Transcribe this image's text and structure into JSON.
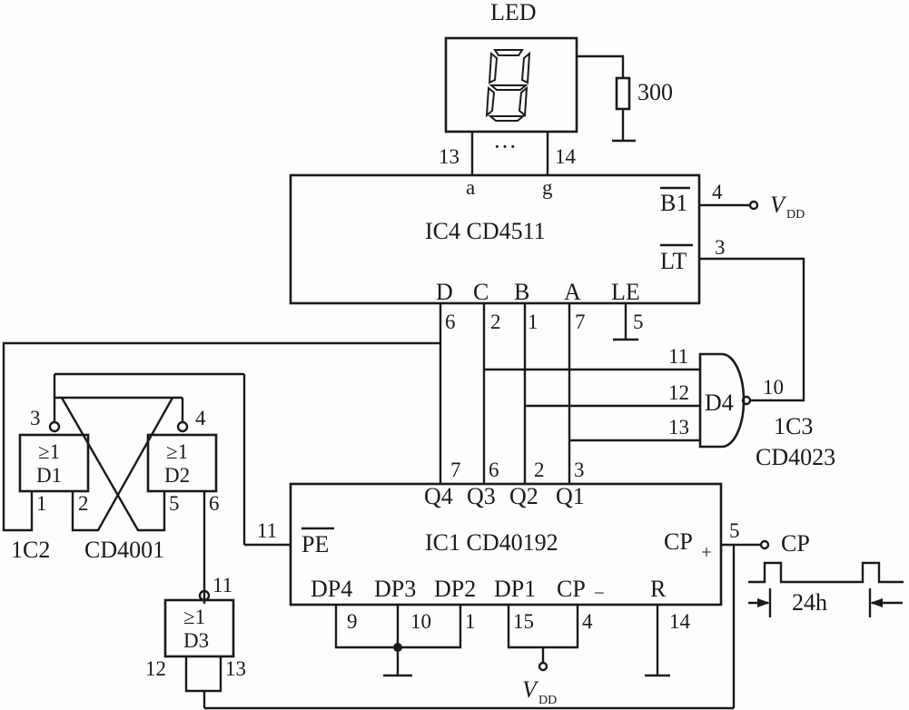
{
  "led": {
    "title": "LED",
    "pin_a": "13",
    "pin_g": "14",
    "dots": "···",
    "resistor": "300"
  },
  "ic4": {
    "name": "IC4  CD4511",
    "a": "a",
    "g": "g",
    "bi": "B1",
    "bi_pin": "4",
    "vdd": "V",
    "vdd_sub": "DD",
    "lt": "LT",
    "lt_pin": "3",
    "d": "D",
    "c": "C",
    "b": "B",
    "a_in": "A",
    "le": "LE",
    "pd": "6",
    "pc": "2",
    "pb": "1",
    "pa": "7",
    "ple": "5"
  },
  "ic3": {
    "name1": "1C3",
    "name2": "CD4023",
    "gate": "D4",
    "p11": "11",
    "p12": "12",
    "p13": "13",
    "p10": "10"
  },
  "ic2": {
    "name1": "1C2",
    "name2": "CD4001",
    "d1": "D1",
    "d2": "D2",
    "d3": "D3",
    "ge": "≥1",
    "p3": "3",
    "p4": "4",
    "p1": "1",
    "p2": "2",
    "p5": "5",
    "p6": "6",
    "p11": "11",
    "p12": "12",
    "p13": "13"
  },
  "ic1": {
    "name": "IC1  CD40192",
    "q4": "Q4",
    "q3": "Q3",
    "q2": "Q2",
    "q1": "Q1",
    "pq4": "7",
    "pq3": "6",
    "pq2": "2",
    "pq1": "3",
    "pe": "PE",
    "ppe": "11",
    "cp_plus": "CP",
    "plus": "+",
    "pcp": "5",
    "dp4": "DP4",
    "dp3": "DP3",
    "dp2": "DP2",
    "dp1": "DP1",
    "cp_minus": "CP",
    "minus": "−",
    "r": "R",
    "p9": "9",
    "p10": "10",
    "p1": "1",
    "p15": "15",
    "p4": "4",
    "p14": "14",
    "vdd": "V",
    "vdd_sub": "DD"
  },
  "clock": {
    "label": "CP",
    "period": "24h"
  }
}
